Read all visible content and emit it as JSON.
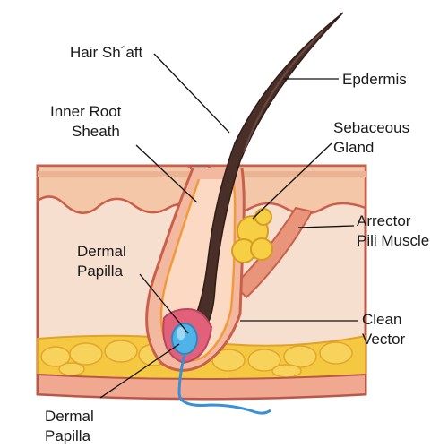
{
  "labels": {
    "hair_shaft": "Hair Sh´aft",
    "epidermis": "Epdermis",
    "inner_root_sheath": [
      "Inner Root",
      "Sheath"
    ],
    "sebaceous_gland": [
      "Sebaceous",
      "Gland"
    ],
    "arrector_pili": [
      "Arrector",
      "Pili Muscle"
    ],
    "dermal_papilla_mid": [
      "Dermal",
      "Papilla"
    ],
    "clean_vector": [
      "Clean",
      "Vector"
    ],
    "dermal_papilla_bottom": [
      "Dermal",
      "Papilla"
    ]
  },
  "colors": {
    "skin_top": "#f3c7a8",
    "dermis": "#f7dfd0",
    "fat": "#f5c842",
    "hair": "#4a2f28",
    "papilla": "#4fb3e8",
    "outline": "#c8604a",
    "nerve": "#3a8fd6"
  }
}
